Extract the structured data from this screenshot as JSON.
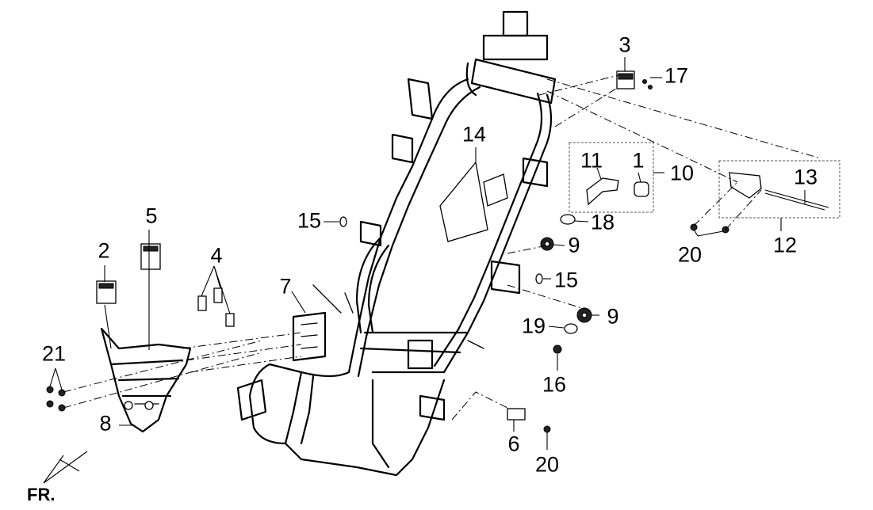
{
  "diagram": {
    "part_labels": [
      {
        "id": "p1",
        "text": "1"
      },
      {
        "id": "p2",
        "text": "2"
      },
      {
        "id": "p3",
        "text": "3"
      },
      {
        "id": "p4",
        "text": "4"
      },
      {
        "id": "p5",
        "text": "5"
      },
      {
        "id": "p6",
        "text": "6"
      },
      {
        "id": "p7",
        "text": "7"
      },
      {
        "id": "p8",
        "text": "8"
      },
      {
        "id": "p9a",
        "text": "9"
      },
      {
        "id": "p9b",
        "text": "9"
      },
      {
        "id": "p10",
        "text": "10"
      },
      {
        "id": "p11",
        "text": "11"
      },
      {
        "id": "p12",
        "text": "12"
      },
      {
        "id": "p13",
        "text": "13"
      },
      {
        "id": "p14",
        "text": "14"
      },
      {
        "id": "p15a",
        "text": "15"
      },
      {
        "id": "p15b",
        "text": "15"
      },
      {
        "id": "p16",
        "text": "16"
      },
      {
        "id": "p17",
        "text": "17"
      },
      {
        "id": "p18",
        "text": "18"
      },
      {
        "id": "p19",
        "text": "19"
      },
      {
        "id": "p20a",
        "text": "20"
      },
      {
        "id": "p20b",
        "text": "20"
      },
      {
        "id": "p21",
        "text": "21"
      }
    ],
    "direction_label": "FR."
  }
}
